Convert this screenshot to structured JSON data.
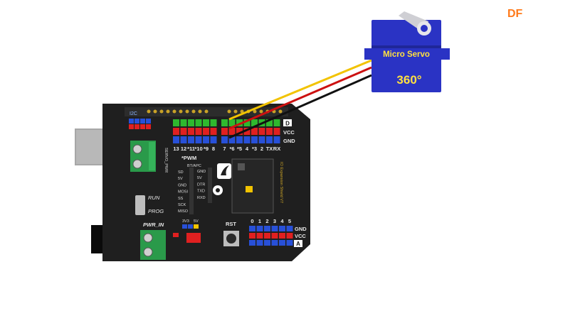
{
  "watermark": "DF",
  "servo": {
    "label": "Micro Servo",
    "angle": "360°"
  },
  "board": {
    "i2c": "I2C",
    "pwm": "*PWM",
    "pwr_in": "PWR_IN",
    "run": "RUN",
    "prog": "PROG",
    "rst": "RST",
    "digital_pins": [
      "13",
      "12",
      "*11",
      "*10",
      "*9",
      "8",
      "7",
      "*6",
      "*5",
      "4",
      "*3",
      "2",
      "TX",
      "RX"
    ],
    "digital_row_labels": [
      "D",
      "VCC",
      "GND"
    ],
    "analog_pins": [
      "0",
      "1",
      "2",
      "3",
      "4",
      "5"
    ],
    "analog_row_labels": [
      "GND",
      "VCC",
      "A"
    ],
    "bt_apc": "BT/APC",
    "sd_pins": [
      "SD",
      "5V",
      "GND",
      "MOSI",
      "SS",
      "SCK",
      "MISO"
    ],
    "bt_pins": [
      "GND",
      "5V",
      "DTR",
      "TXD",
      "RXD"
    ],
    "volt_labels": [
      "3V3",
      "5V"
    ],
    "servo_pwr": "SERVO_PWR"
  },
  "colors": {
    "board": "#1f1f1f",
    "servo_body": "#2a33c4",
    "servo_text": "#ffe040",
    "wire_signal": "#f2c300",
    "wire_vcc": "#cc1111",
    "wire_gnd": "#111111",
    "pin_green": "#2eb82e",
    "pin_red": "#e02020",
    "pin_blue": "#2850d8",
    "terminal": "#2a9a4a",
    "watermark": "#ff7a1a"
  }
}
